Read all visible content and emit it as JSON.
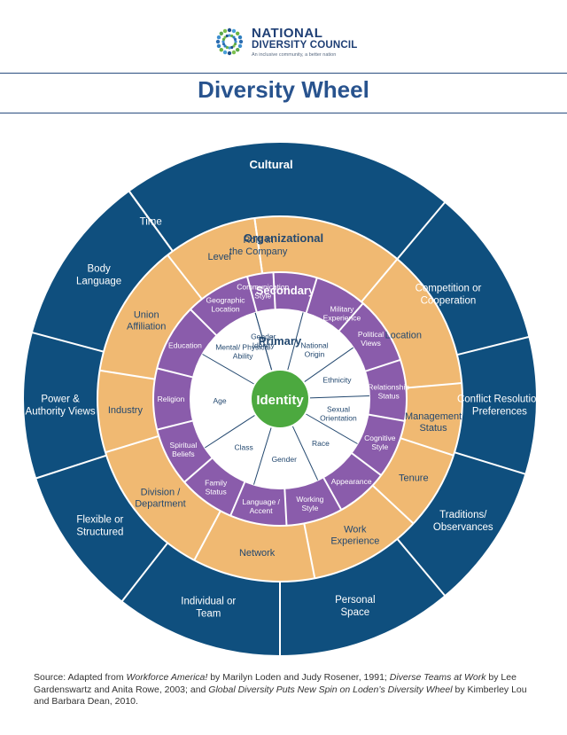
{
  "logo": {
    "line1": "NATIONAL",
    "line2": "DIVERSITY COUNCIL",
    "tagline": "An inclusive community, a better nation"
  },
  "title": "Diversity Wheel",
  "colors": {
    "cultural": "#0f4f7e",
    "organizational": "#f0b972",
    "secondary": "#8a5cab",
    "primary": "#ffffff",
    "identity": "#4ca93f",
    "title": "#28538e",
    "dark_text": "#23486f"
  },
  "wheel": {
    "identity": "Identity",
    "rings": [
      {
        "label": "Primary",
        "items": [
          "National Origin",
          "Ethnicity",
          "Sexual Orientation",
          "Race",
          "Gender",
          "Class",
          "Age",
          "Mental/ Physical Ability",
          "Gender Idenity"
        ]
      },
      {
        "label": "Secondary",
        "items": [
          "Military Experience",
          "Political Views",
          "Relationship Status",
          "Cognitive Style",
          "Appearance",
          "Working Style",
          "Language / Accent",
          "Family Status",
          "Spiritual Beliefs",
          "Religion",
          "Education",
          "Geographic Location",
          "Communication Style"
        ]
      },
      {
        "label": "Organizational",
        "items": [
          "Location",
          "Management Status",
          "Tenure",
          "Work Experience",
          "Network",
          "Division / Department",
          "Industry",
          "Union Affiliation",
          "Level",
          "Role in the Company"
        ]
      },
      {
        "label": "Cultural",
        "items": [
          "Competition or Cooperation",
          "Conflict Resolution Preferences",
          "Traditions/ Observances",
          "Personal Space",
          "Individual or Team",
          "Flexible or Structured",
          "Power & Authority Views",
          "Body Language",
          "Time",
          "Being or Doing"
        ]
      }
    ]
  },
  "source": {
    "prefix": "Source: Adapted from ",
    "book1": "Workforce America!",
    "mid1": " by Marilyn Loden and Judy Rosener, 1991; ",
    "book2": "Diverse Teams at Work",
    "mid2": " by Lee Gardenswartz and Anita Rowe, 2003; and ",
    "book3": "Global Diversity Puts New Spin on Loden’s Diversity Wheel",
    "suffix": " by Kimberley Lou and Barbara Dean, 2010."
  }
}
